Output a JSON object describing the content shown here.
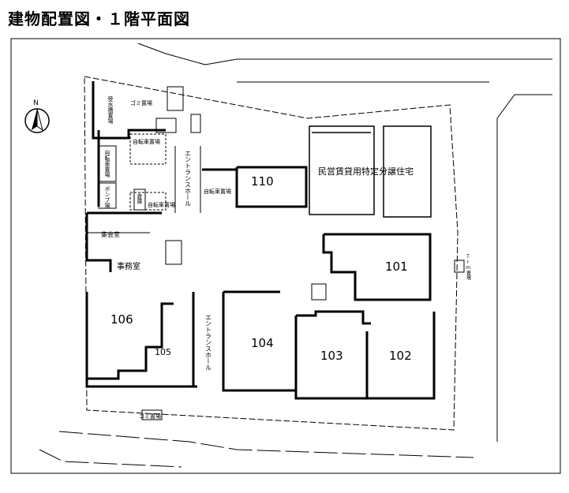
{
  "title": "建物配置図・１階平面図",
  "north": "N",
  "rooms": {
    "r101": "101",
    "r102": "102",
    "r103": "103",
    "r104": "104",
    "r105": "105",
    "r106": "106",
    "r110": "110"
  },
  "labels": {
    "private_housing": "民営賃貸用特定分譲住宅",
    "entrance_hall": "エントランスホール",
    "bicycle": "自転車置場",
    "garbage": "ゴミ置場",
    "water_tank": "受水槽置場",
    "pump": "ポンプ場",
    "storage": "倉庫",
    "meeting_room": "集会室",
    "office": "事務室",
    "trm": "Trm置場"
  }
}
